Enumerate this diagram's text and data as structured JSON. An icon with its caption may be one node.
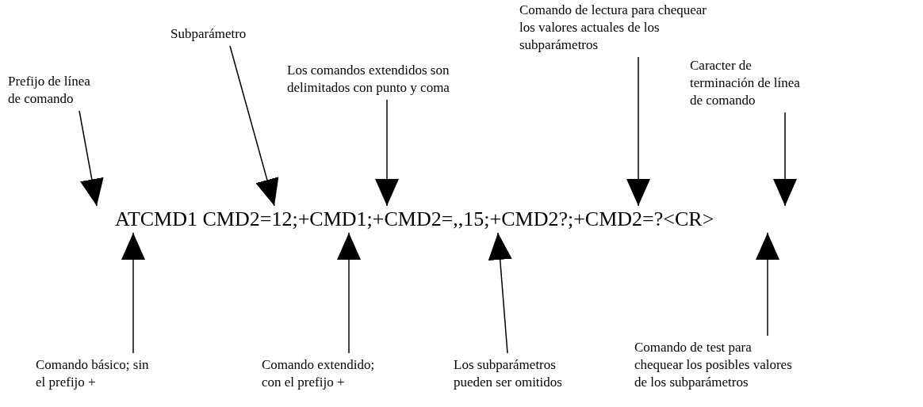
{
  "diagram": {
    "nodes": [
      {
        "text": [
          "Prefijo de línea de comando"
        ]
      },
      {
        "text": [
          "Subparámetro"
        ]
      },
      {
        "text": [
          "Los comandos extendidos son delimitados con punto y coma"
        ]
      },
      {
        "text": [
          "Comando de lectura para chequear los valores actuales de los subparámetros"
        ]
      },
      {
        "text": [
          "Caracter de terminación de línea de comando"
        ]
      },
      {
        "text": [
          "Comando básico; sin el prefijo +"
        ]
      },
      {
        "text": [
          "Comando extendido; con el prefijo +"
        ]
      },
      {
        "text": [
          "Los subparámetros pueden ser omitidos"
        ]
      },
      {
        "text": [
          "Comando de test para chequear los posibles valores de los subparámetros"
        ]
      },
      {
        "text": [
          "ATCMD1 CMD2=12;+CMD1;+CMD2=,,15;+CMD2?;+CMD2=?<CR>"
        ]
      }
    ],
    "edges": [
      {
        "from": 0,
        "to": 9,
        "arrow": "to"
      },
      {
        "from": 1,
        "to": 9,
        "arrow": "to"
      },
      {
        "from": 2,
        "to": 9,
        "arrow": "to"
      },
      {
        "from": 3,
        "to": 9,
        "arrow": "to"
      },
      {
        "from": 4,
        "to": null,
        "arrow": "to"
      },
      {
        "from": 5,
        "to": 9,
        "arrow": "to"
      },
      {
        "from": 6,
        "to": 9,
        "arrow": "to"
      },
      {
        "from": 7,
        "to": 9,
        "arrow": "to"
      },
      {
        "from": 8,
        "to": 9,
        "arrow": "to"
      }
    ]
  }
}
